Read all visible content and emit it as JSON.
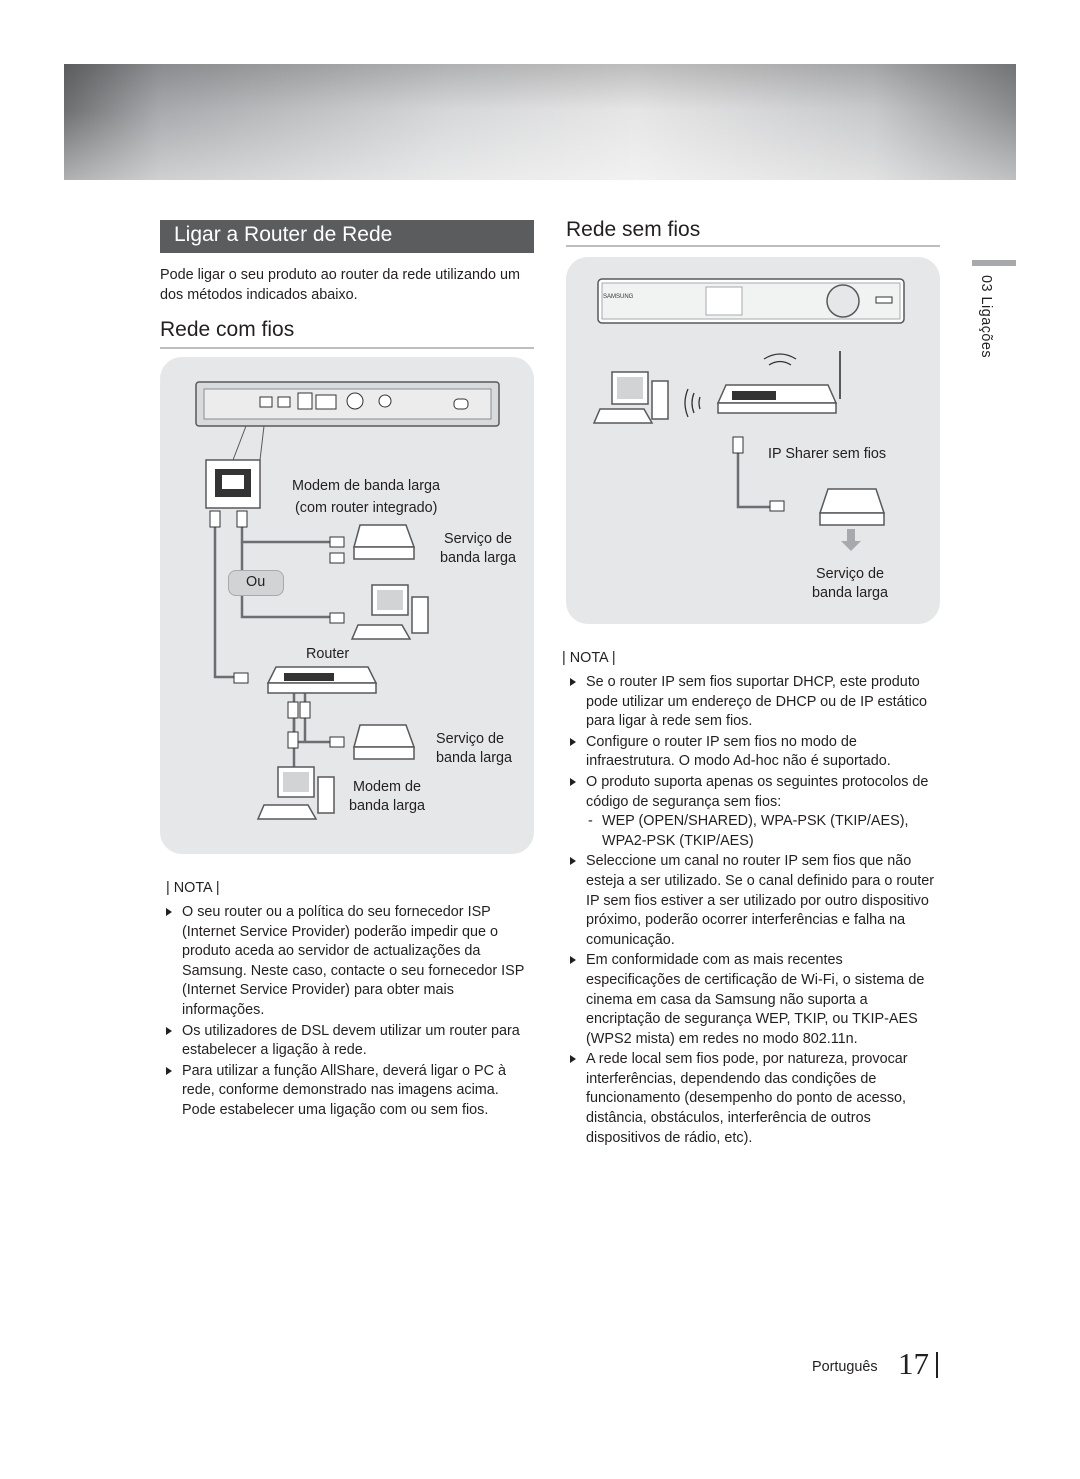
{
  "header": {
    "section_title": "Ligar a Router de Rede",
    "intro": "Pode ligar o seu produto ao router da rede utilizando um dos métodos indicados abaixo."
  },
  "wired": {
    "heading": "Rede com fios",
    "labels": {
      "modem_router_1": "Modem de banda larga",
      "modem_router_2": "(com router integrado)",
      "service1_1": "Serviço de",
      "service1_2": "banda larga",
      "or": "Ou",
      "router": "Router",
      "service2_1": "Serviço de",
      "service2_2": "banda larga",
      "modem_1": "Modem de",
      "modem_2": "banda larga"
    },
    "nota_title": "| NOTA |",
    "notes": [
      "O seu router ou a política do seu fornecedor ISP (Internet Service Provider) poderão impedir que o produto aceda ao servidor de actualizações da Samsung. Neste caso, contacte o seu fornecedor ISP (Internet Service Provider) para obter mais informações.",
      "Os utilizadores de DSL devem utilizar um router para estabelecer a ligação à rede.",
      "Para utilizar a função AllShare, deverá ligar o PC à rede, conforme demonstrado nas imagens acima. Pode estabelecer uma ligação com ou sem fios."
    ]
  },
  "wireless": {
    "heading": "Rede sem fios",
    "labels": {
      "sharer": "IP Sharer sem fios",
      "service_1": "Serviço de",
      "service_2": "banda larga",
      "device_brand": "SAMSUNG"
    },
    "nota_title": "| NOTA |",
    "notes": [
      {
        "text": "Se o router IP sem fios suportar DHCP, este produto pode utilizar um endereço de DHCP ou de IP estático para ligar à rede sem fios."
      },
      {
        "text": "Configure o router IP sem fios no modo de infraestrutura. O modo Ad-hoc não é suportado."
      },
      {
        "text": "O produto suporta apenas os seguintes protocolos de código de segurança sem fios:",
        "sub": "WEP (OPEN/SHARED), WPA-PSK (TKIP/AES), WPA2-PSK (TKIP/AES)"
      },
      {
        "text": "Seleccione um canal no router IP sem fios que não esteja a ser utilizado. Se o canal definido para o router IP sem fios estiver a ser utilizado por outro dispositivo próximo, poderão ocorrer interferências e falha na comunicação."
      },
      {
        "text": "Em conformidade com as mais recentes especificações de certificação de Wi-Fi, o sistema de cinema em casa da Samsung não suporta a encriptação de segurança WEP, TKIP, ou TKIP-AES (WPS2 mista) em redes no modo 802.11n."
      },
      {
        "text": "A rede local sem fios pode, por natureza, provocar interferências, dependendo das condições de funcionamento (desempenho do ponto de acesso, distância, obstáculos, interferência de outros dispositivos de rádio, etc)."
      }
    ]
  },
  "side_tab": "03  Ligações",
  "footer": {
    "language": "Português",
    "page": "17"
  }
}
